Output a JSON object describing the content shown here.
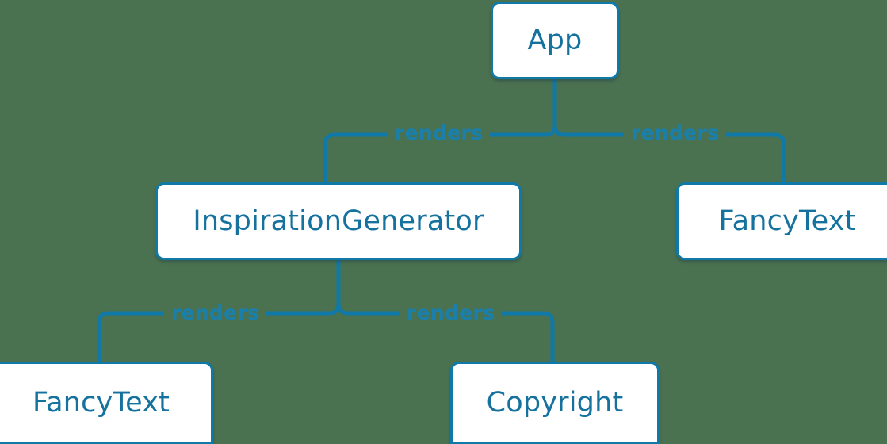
{
  "diagram": {
    "type": "component-tree",
    "background_color": "#4a7150",
    "accent_color": "#1079a8",
    "node_fill": "#ffffff",
    "text_color": "#15729e",
    "nodes": [
      {
        "id": "app",
        "label": "App"
      },
      {
        "id": "inspiration",
        "label": "InspirationGenerator"
      },
      {
        "id": "fancytext-right",
        "label": "FancyText"
      },
      {
        "id": "fancytext-left",
        "label": "FancyText"
      },
      {
        "id": "copyright",
        "label": "Copyright"
      }
    ],
    "edges": [
      {
        "from": "app",
        "to": "inspiration",
        "label": "renders"
      },
      {
        "from": "app",
        "to": "fancytext-right",
        "label": "renders"
      },
      {
        "from": "inspiration",
        "to": "fancytext-left",
        "label": "renders"
      },
      {
        "from": "inspiration",
        "to": "copyright",
        "label": "renders"
      }
    ]
  }
}
